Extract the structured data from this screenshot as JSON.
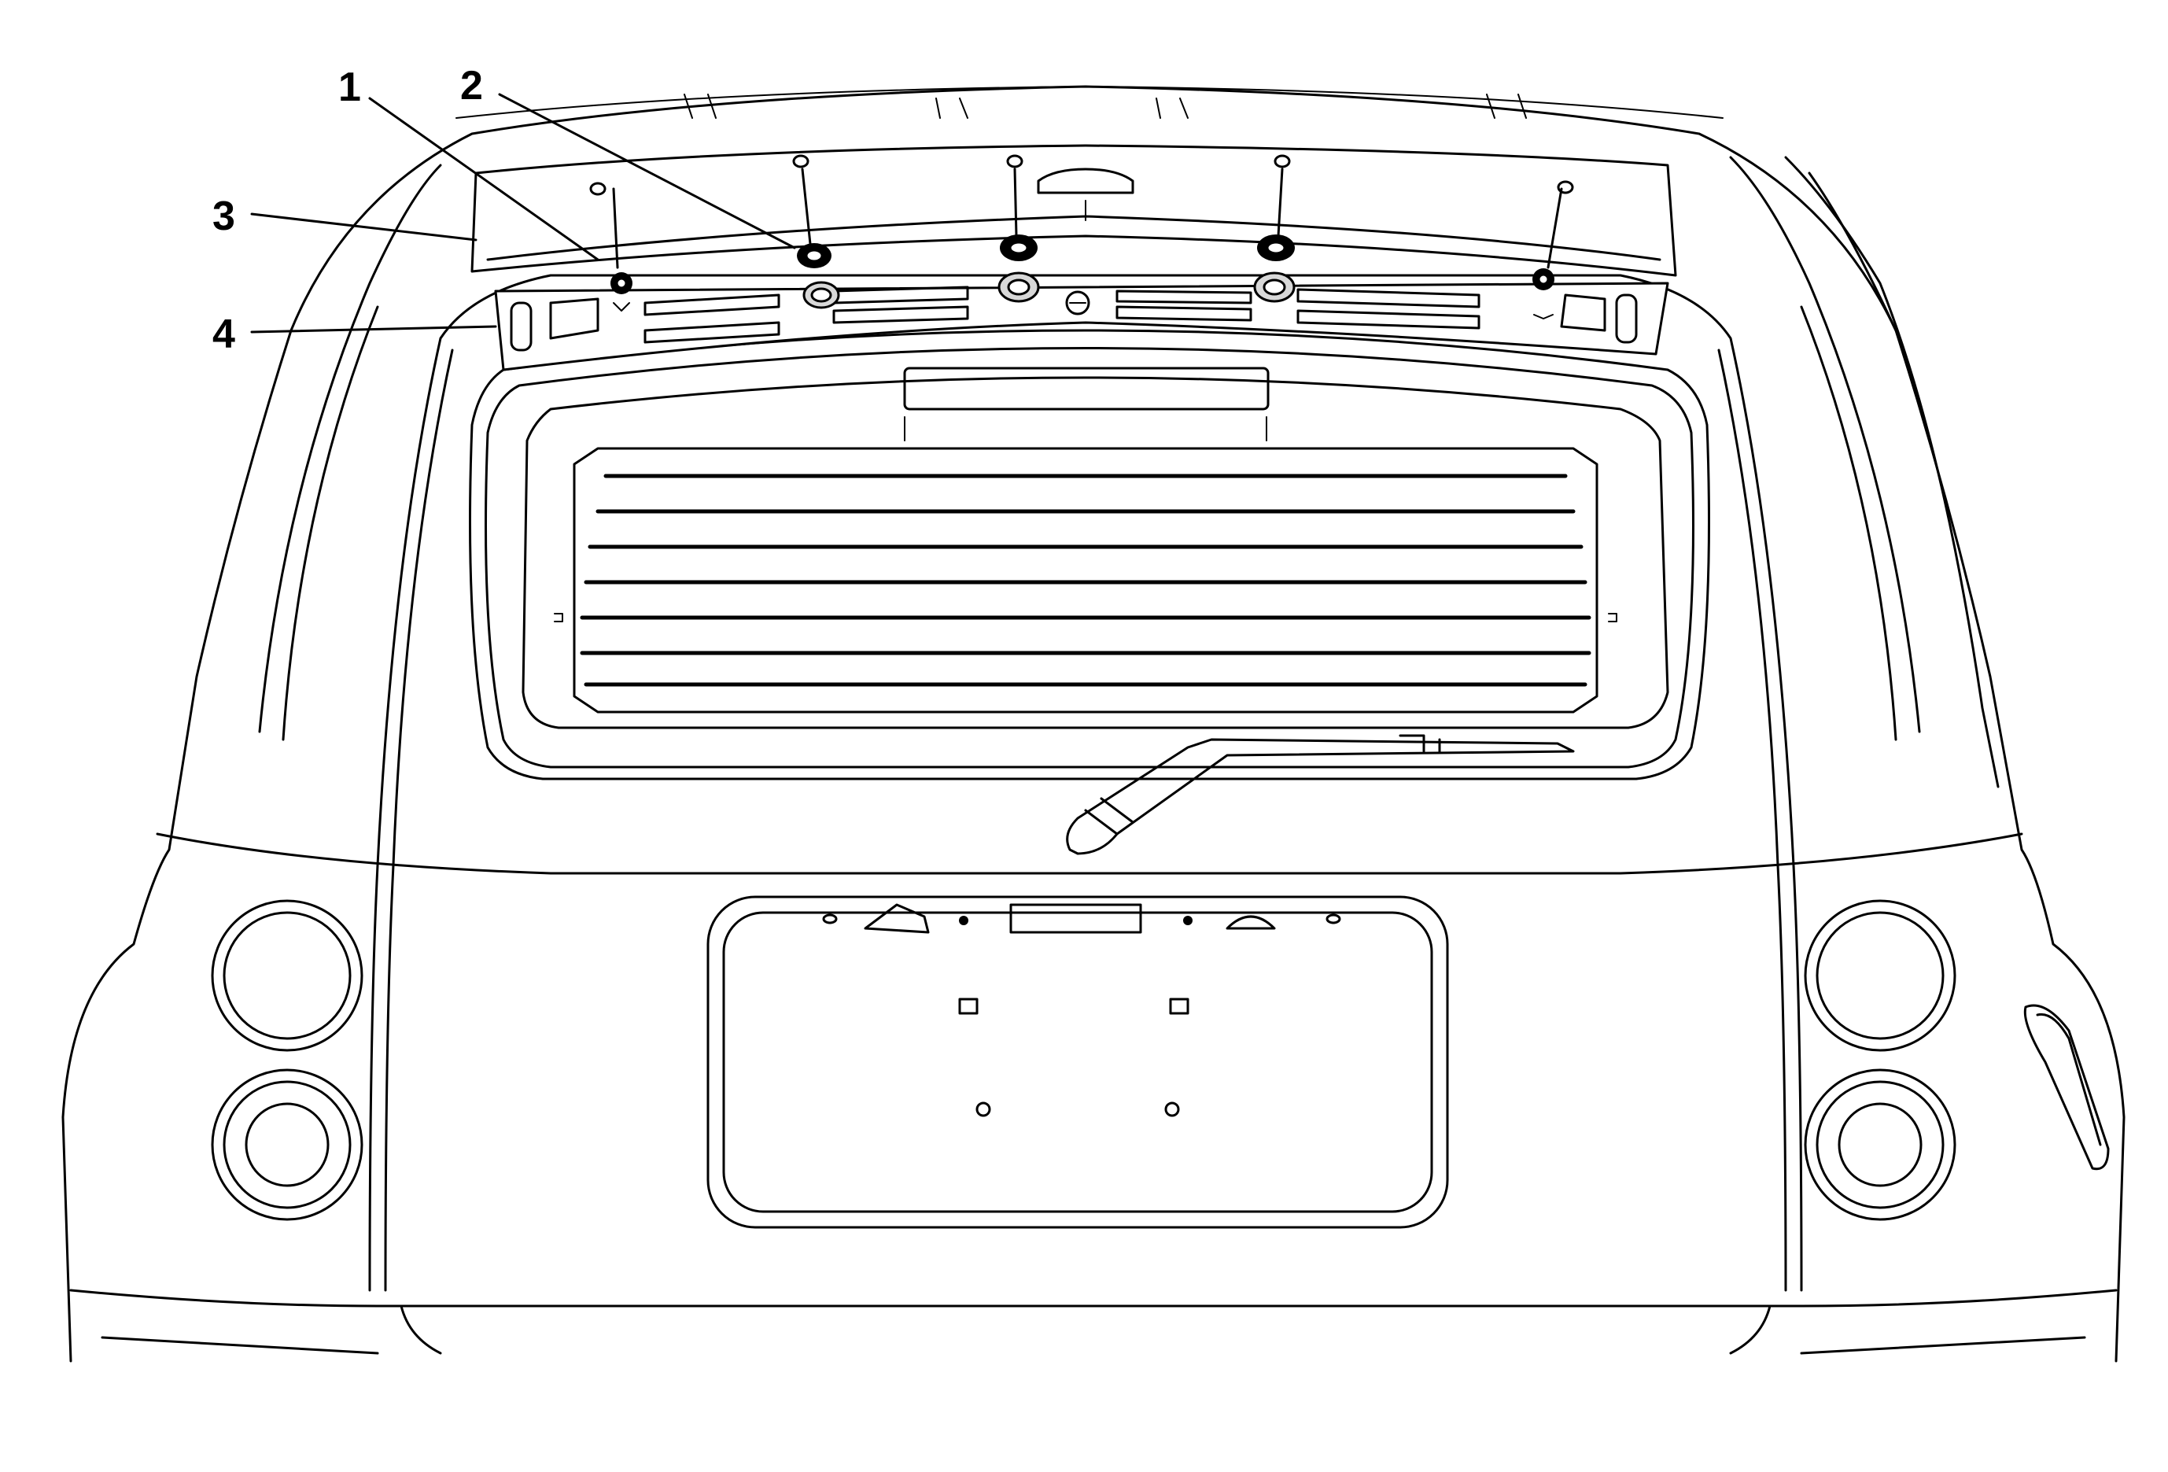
{
  "callouts": [
    {
      "number": "1",
      "part": "rear-spoiler-bolt"
    },
    {
      "number": "2",
      "part": "spoiler-grommet"
    },
    {
      "number": "3",
      "part": "rear-spoiler"
    },
    {
      "number": "4",
      "part": "spoiler-mounting-bracket"
    }
  ],
  "colors": {
    "line": "#000000",
    "background": "#ffffff",
    "seal": "#d8d8d8"
  }
}
